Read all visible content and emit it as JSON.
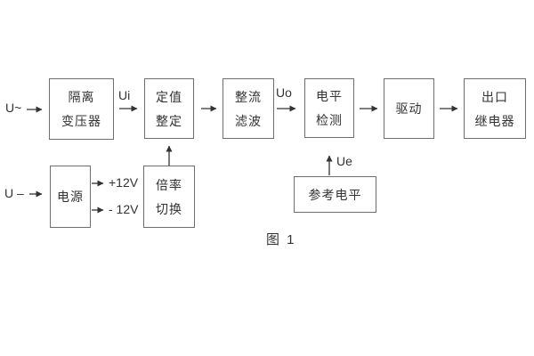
{
  "diagram": {
    "caption": "图 1",
    "line_color": "#333333",
    "border_color": "#6e6e6e",
    "blocks": [
      {
        "id": "isolation-transformer",
        "lines": [
          "隔离",
          "变压器"
        ]
      },
      {
        "id": "setpoint-adjust",
        "lines": [
          "定值",
          "整定"
        ]
      },
      {
        "id": "rectifier-filter",
        "lines": [
          "整流",
          "滤波"
        ]
      },
      {
        "id": "level-detect",
        "lines": [
          "电平",
          "检测"
        ]
      },
      {
        "id": "drive",
        "lines": [
          "驱动"
        ]
      },
      {
        "id": "output-relay",
        "lines": [
          "出口",
          "继电器"
        ]
      },
      {
        "id": "power-supply",
        "lines": [
          "电源"
        ]
      },
      {
        "id": "ratio-switch",
        "lines": [
          "倍率",
          "切换"
        ]
      },
      {
        "id": "reference-level",
        "lines": [
          "参考电平"
        ]
      }
    ],
    "signal_labels": {
      "input_ac": "U~",
      "input_dc": "U –",
      "ui": "Ui",
      "uo": "Uo",
      "ue": "Ue",
      "plus12": "+12V",
      "minus12": "- 12V"
    }
  }
}
